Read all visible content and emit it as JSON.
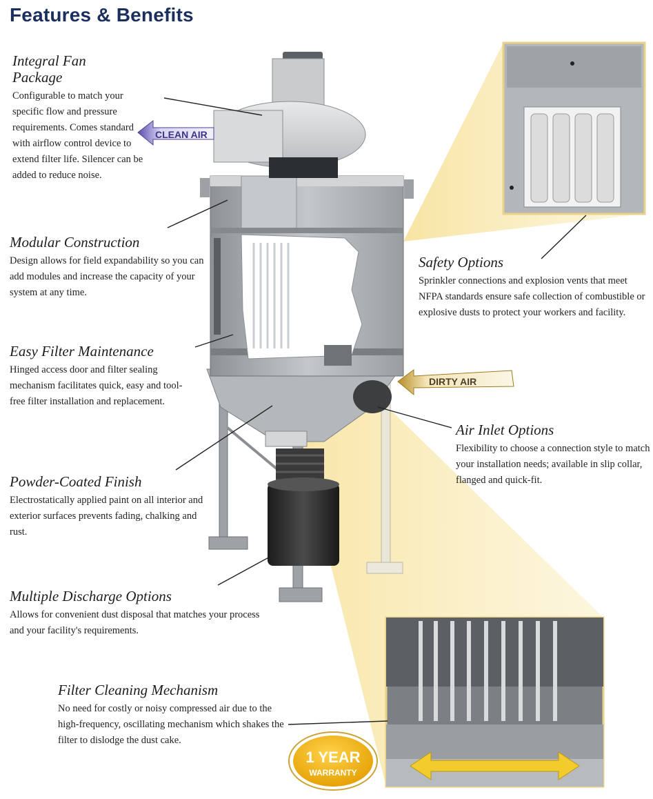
{
  "page": {
    "title": "Features & Benefits"
  },
  "features": [
    {
      "title": "Integral Fan Package",
      "title_line1": "Integral Fan",
      "title_line2": "Package",
      "description": "Configurable to match your specific flow and pressure requirements. Comes standard with airflow control device to extend filter life. Silencer can be added to reduce noise."
    },
    {
      "title": "Modular Construction",
      "description": "Design allows for field expandability so you can add modules and increase the capacity of your system at any time."
    },
    {
      "title": "Easy Filter Maintenance",
      "description": "Hinged access door and filter sealing mechanism facilitates quick, easy and tool-free filter installation and replacement."
    },
    {
      "title": "Powder-Coated Finish",
      "description": "Electrostatically applied paint on all interior and exterior surfaces prevents fading, chalking and rust."
    },
    {
      "title": "Multiple Discharge Options",
      "description": "Allows for convenient dust disposal that matches your process and your facility's requirements."
    },
    {
      "title": "Filter Cleaning Mechanism",
      "description": "No need for costly or noisy compressed air due to the high-frequency, oscillating mechanism which shakes the filter to dislodge the dust cake."
    },
    {
      "title": "Safety Options",
      "description": "Sprinkler connections and explosion vents that meet NFPA standards ensure safe collection of combustible or explosive dusts to protect your workers and facility."
    },
    {
      "title": "Air Inlet Options",
      "description": "Flexibility to choose a connection style to match your installation needs; available in slip collar, flanged and quick-fit."
    }
  ],
  "labels": {
    "clean_air": "CLEAN AIR",
    "dirty_air": "DIRTY AIR",
    "warranty_line1": "1 YEAR",
    "warranty_line2": "WARRANTY"
  },
  "colors": {
    "heading": "#1b2f5e",
    "clean_air_arrow": "#6a5fb8",
    "dirty_air_arrow": "#c9a437",
    "warranty_badge": "#f2b705",
    "callout_beam": "#f7e6a6",
    "machine_gray": "#a9adb0"
  }
}
